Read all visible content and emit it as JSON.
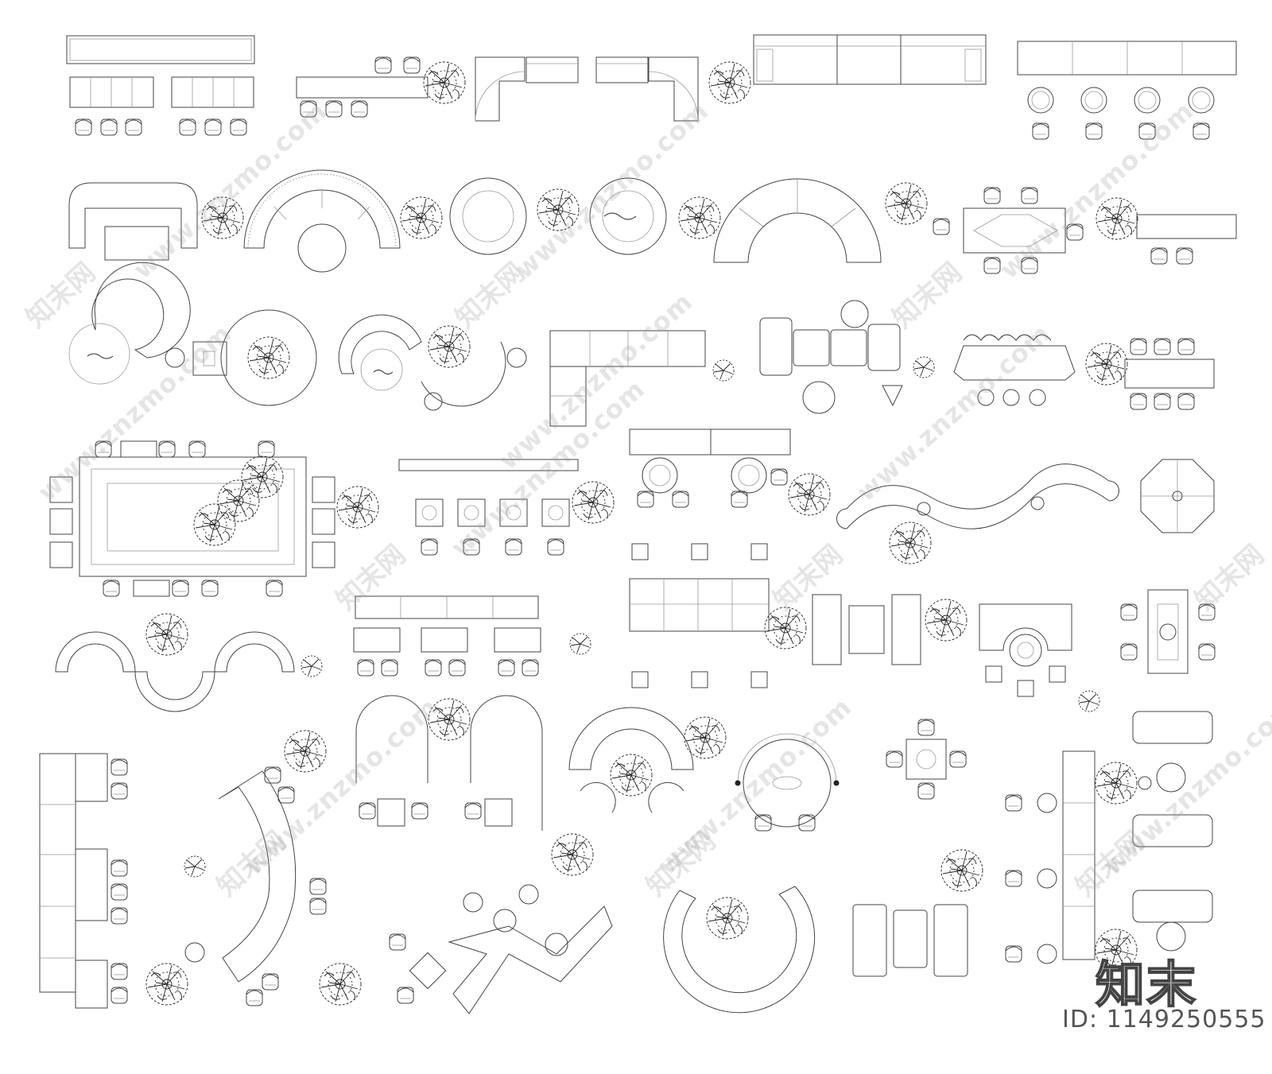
{
  "watermark": {
    "site_cn": "知末网",
    "site_url": "www.znzmo.com"
  },
  "brand": {
    "logo_text": "知末"
  },
  "asset_id": {
    "text": "ID: 1149250555"
  },
  "colors": {
    "line": "#444444",
    "light_line": "#999999",
    "plant_ink": "#222222",
    "watermark": "#969696",
    "background": "#ffffff"
  }
}
